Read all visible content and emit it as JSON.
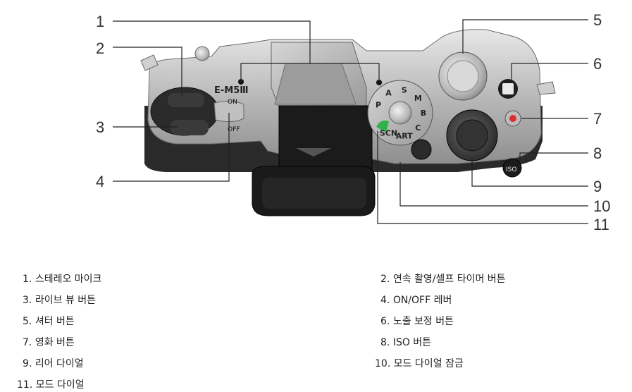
{
  "callouts": [
    "1",
    "2",
    "3",
    "4",
    "5",
    "6",
    "7",
    "8",
    "9",
    "10",
    "11"
  ],
  "camera": {
    "model_label": "E-M5Ⅲ",
    "switch_on": "ON",
    "switch_off": "OFF",
    "iso_label": "ISO",
    "mode_dial": [
      "P",
      "A",
      "S",
      "M",
      "B",
      "C",
      "ART",
      "SCN"
    ]
  },
  "legend": [
    {
      "num": "1.",
      "text": "스테레오 마이크"
    },
    {
      "num": "2.",
      "text": "연속 촬영/셀프 타이머 버튼"
    },
    {
      "num": "3.",
      "text": "라이브 뷰 버튼"
    },
    {
      "num": "4.",
      "text": "ON/OFF 레버"
    },
    {
      "num": "5.",
      "text": "셔터 버튼"
    },
    {
      "num": "6.",
      "text": "노출 보정 버튼"
    },
    {
      "num": "7.",
      "text": "영화 버튼"
    },
    {
      "num": "8.",
      "text": "ISO 버튼"
    },
    {
      "num": "9.",
      "text": "리어 다이얼"
    },
    {
      "num": "10.",
      "text": "모드 다이얼 잠금"
    },
    {
      "num": "11.",
      "text": "모드 다이얼"
    }
  ]
}
